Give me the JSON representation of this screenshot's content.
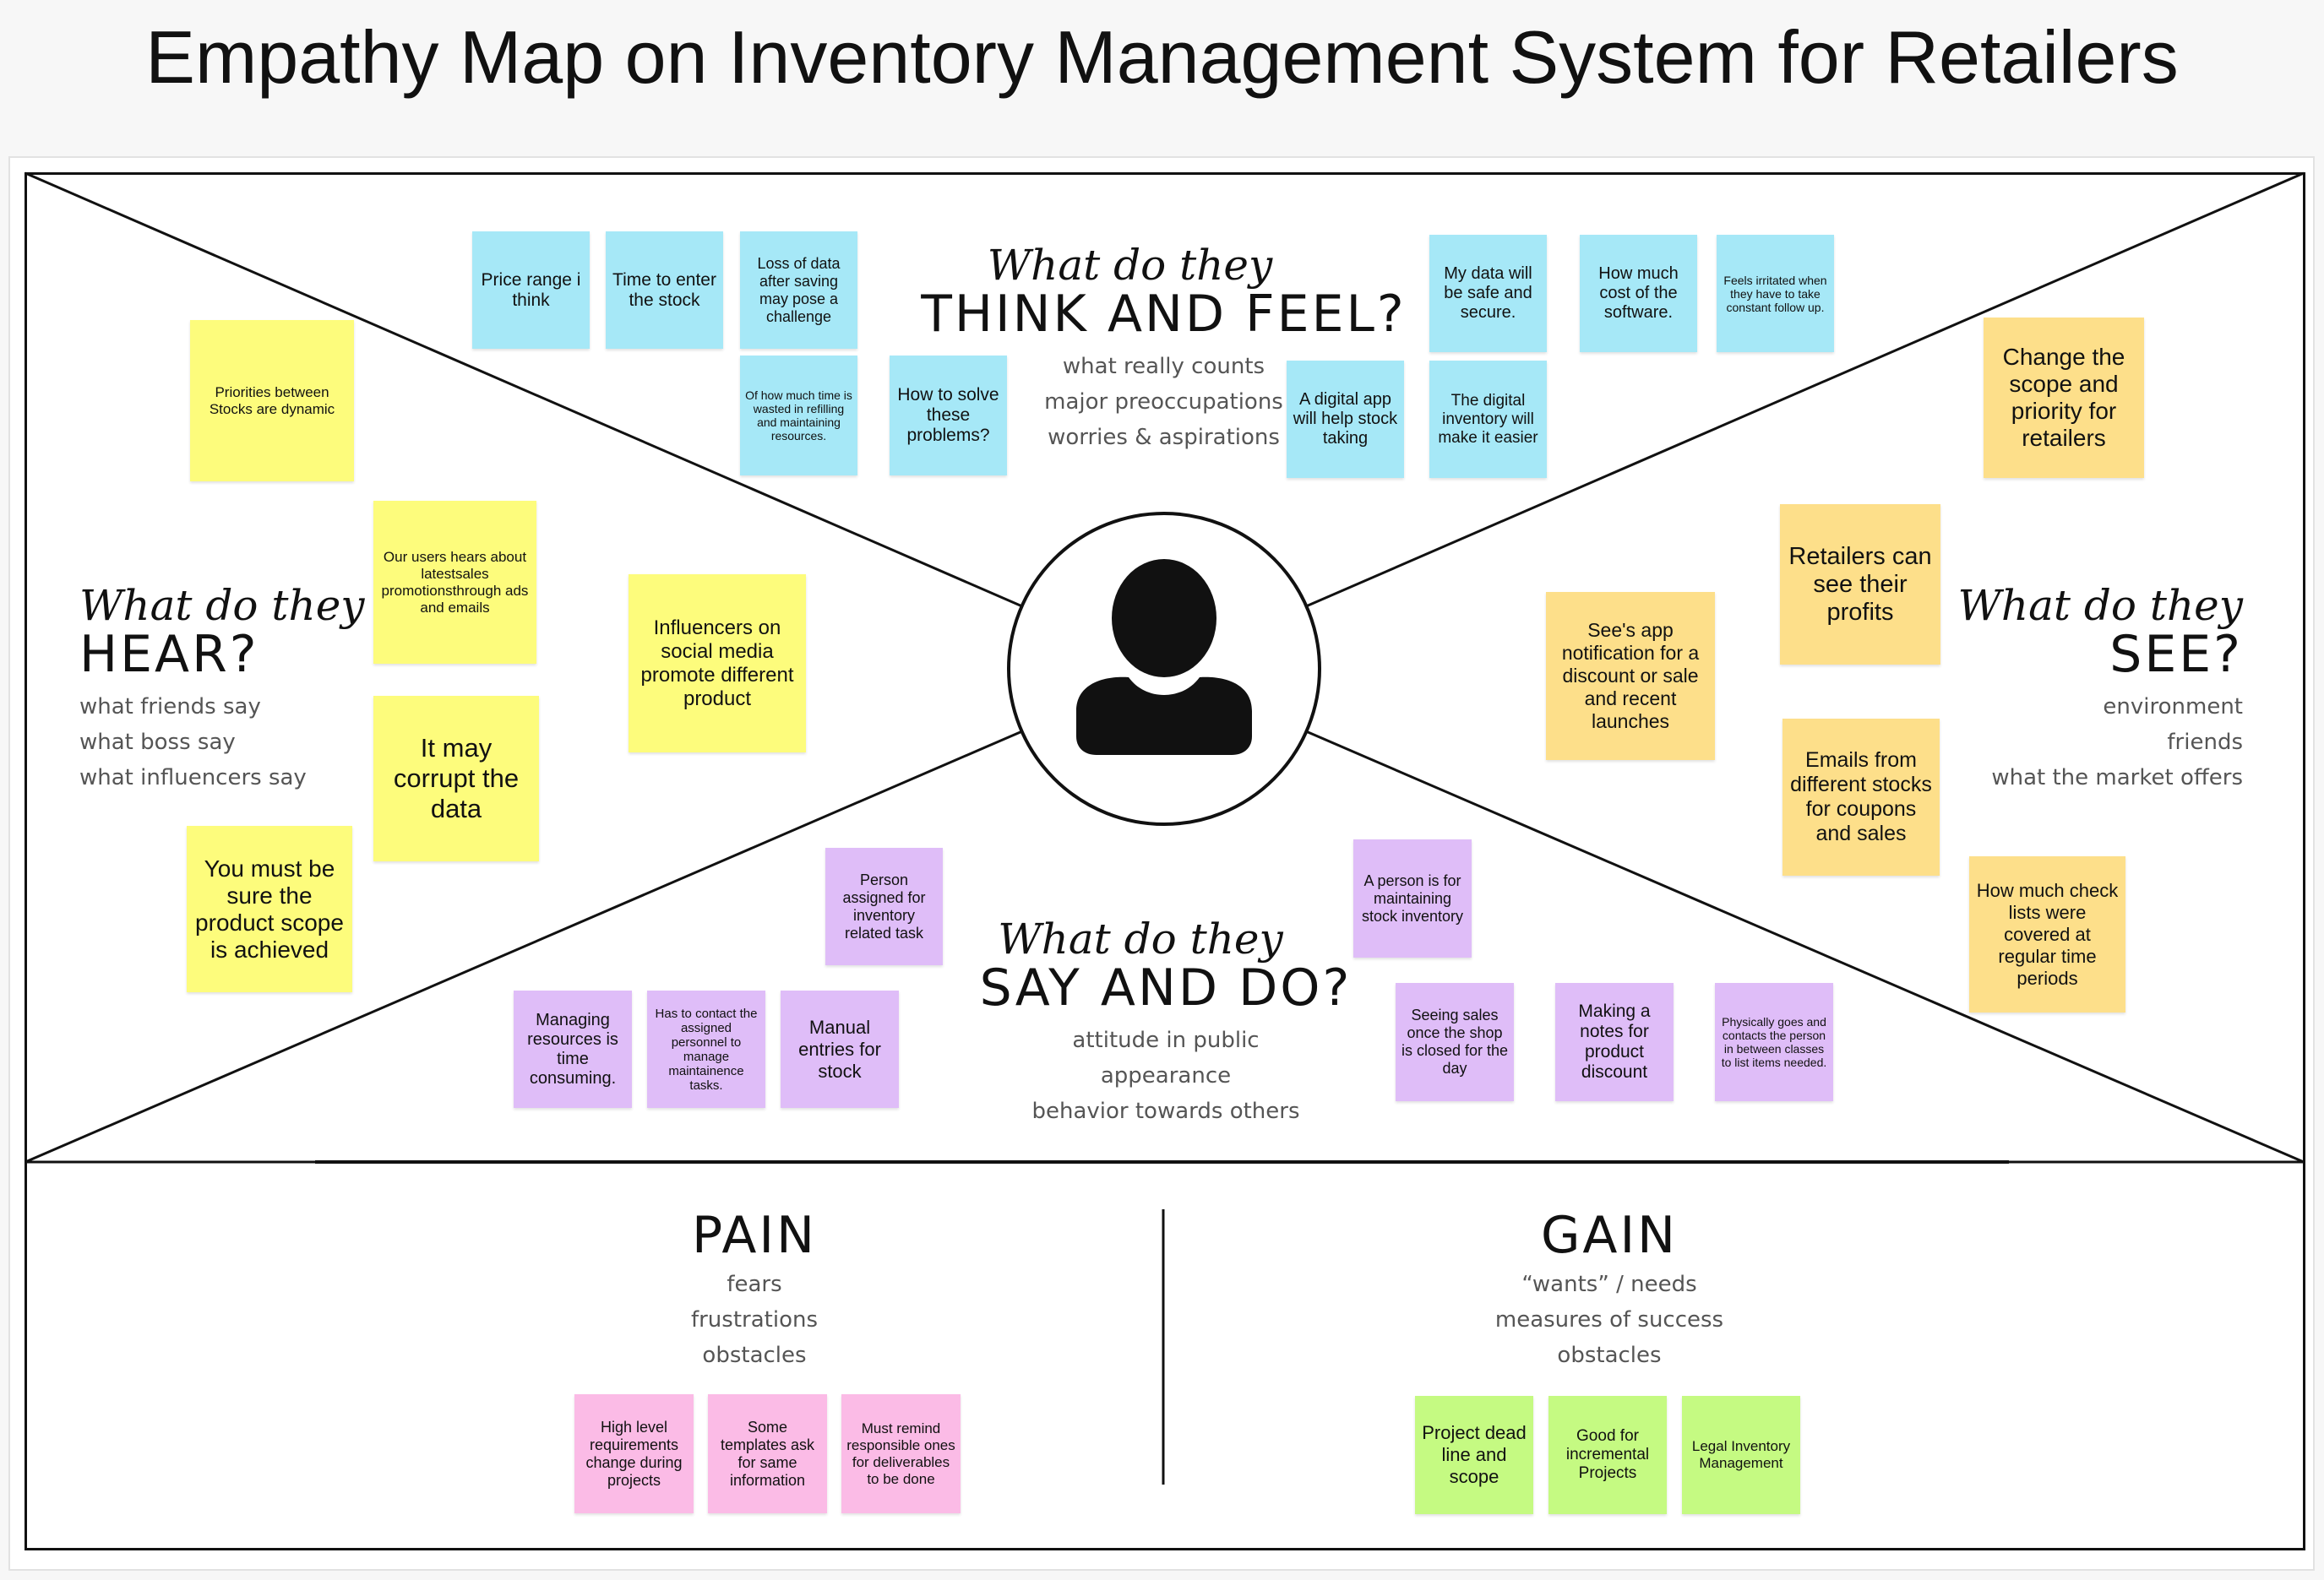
{
  "title": "Empathy Map on Inventory Management System for Retailers",
  "sections": {
    "think": {
      "prompt": "What do they",
      "heading": "THINK AND FEEL?",
      "lines": [
        "what really counts",
        "major preoccupations",
        "worries & aspirations"
      ]
    },
    "hear": {
      "prompt": "What do they",
      "heading": "HEAR?",
      "lines": [
        "what friends say",
        "what boss say",
        "what influencers say"
      ]
    },
    "see": {
      "prompt": "What do they",
      "heading": "SEE?",
      "lines": [
        "environment",
        "friends",
        "what the market offers"
      ]
    },
    "say": {
      "prompt": "What do they",
      "heading": "SAY AND DO?",
      "lines": [
        "attitude in public",
        "appearance",
        "behavior towards others"
      ]
    },
    "pain": {
      "heading": "PAIN",
      "lines": [
        "fears",
        "frustrations",
        "obstacles"
      ]
    },
    "gain": {
      "heading": "GAIN",
      "lines": [
        "“wants” / needs",
        "measures of success",
        "obstacles"
      ]
    }
  },
  "notes": {
    "think": [
      "Price range i think",
      "Time to enter the stock",
      "Loss of data after saving may pose a challenge",
      "Of how much time is wasted in refilling and maintaining resources.",
      "How to solve these problems?",
      "A digital app will help stock taking",
      "My data will be safe and secure.",
      "The digital inventory will make it easier",
      "How much cost of the software.",
      "Feels irritated when they have to take constant follow up."
    ],
    "hear": [
      "Priorities between Stocks are dynamic",
      "Our users hears about latestsales promotionsthrough ads and emails",
      "Influencers on social media promote different product",
      "It may corrupt the data",
      "You must be sure the product scope is achieved"
    ],
    "see": [
      "Change the scope and priority for retailers",
      "Retailers can see their profits",
      "See's app notification for a discount or sale and recent launches",
      "Emails from different stocks for coupons and sales",
      "How much check lists were covered at regular time periods"
    ],
    "say": [
      "Person assigned for inventory related task",
      "Managing resources is time consuming.",
      "Has to contact the assigned personnel to manage maintainence tasks.",
      "Manual entries for stock",
      "A person is for maintaining stock inventory",
      "Seeing sales once the shop is closed for the day",
      "Making a notes for product discount",
      "Physically goes and contacts the person in between classes to list items needed."
    ],
    "pain": [
      "High level requirements change during projects",
      "Some templates ask for same information",
      "Must remind responsible ones for deliverables to be done"
    ],
    "gain": [
      "Project dead line and scope",
      "Good for incremental Projects",
      "Legal Inventory Management"
    ]
  },
  "colors": {
    "think": "#a6e8f7",
    "hear": "#fdfc7c",
    "see": "#fddf8a",
    "say": "#dfbdf8",
    "pain": "#fbbbe6",
    "gain": "#c5fa82"
  },
  "icons": {
    "center": "user-avatar-icon"
  }
}
